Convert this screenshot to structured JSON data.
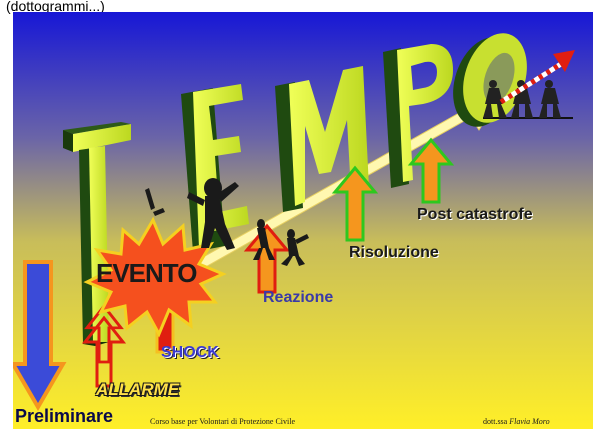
{
  "caption": "(dottogrammi...)",
  "title_word": "TEMPO",
  "title_letters": [
    "T",
    "E",
    "M",
    "P",
    "O"
  ],
  "event_label": "EVENTO",
  "phases": {
    "preliminare": "Preliminare",
    "allarme": "ALLARME",
    "shock": "SHOCK",
    "reazione": "Reazione",
    "risoluzione": "Risoluzione",
    "post_catastrofe": "Post catastrofe"
  },
  "footer": {
    "course": "Corso base per Volontari di Protezione Civile",
    "author_prefix": "dott.ssa",
    "author_name": "Flavia Moro"
  },
  "colors": {
    "background_top": "#1a1ad8",
    "background_bottom": "#ffef28",
    "letters_front": "#d6ee2a",
    "letters_side": "#1f4a10",
    "arrow_blue": "#3b4bd8",
    "arrow_orange": "#f5961e",
    "arrow_red": "#e01e10",
    "arrow_green": "#2ec81e",
    "burst": "#f5501e"
  }
}
